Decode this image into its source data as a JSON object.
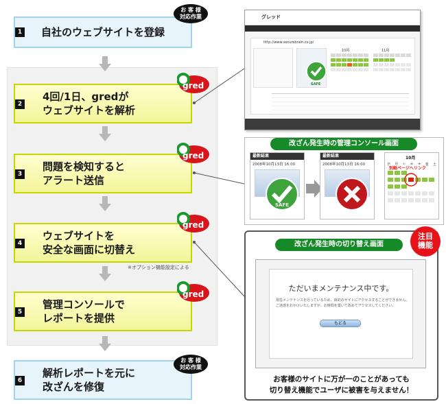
{
  "steps": [
    {
      "num": "1",
      "text": "自社のウェブサイトを登録"
    },
    {
      "num": "2",
      "line1": "4回/1日、gredが",
      "line2": "ウェブサイトを解析"
    },
    {
      "num": "3",
      "line1": "問題を検知すると",
      "line2": "アラート送信"
    },
    {
      "num": "4",
      "line1": "ウェブサイトを",
      "line2": "安全な画面に切替え"
    },
    {
      "num": "5",
      "line1": "管理コンソールで",
      "line2": "レポートを提供"
    },
    {
      "num": "6",
      "line1": "解析レポートを元に",
      "line2": "改ざんを修復"
    }
  ],
  "badges": {
    "customer_line1": "お 客 様",
    "customer_line2": "対応作業",
    "gred_logo": "gred",
    "attention_line1": "注目",
    "attention_line2": "機能"
  },
  "option_note": "※オプション機能設定による",
  "screenshot1": {
    "brand": "グレッド",
    "url": "http://www.securebrain.co.jp/",
    "safe_label": "SAFE",
    "calendar_months": [
      "10月",
      "11月"
    ]
  },
  "panel_console": {
    "title": "改ざん発生時の管理コンソール画面",
    "card_label": "最新結果",
    "card_date": "2008年10月13日 16:00",
    "safe_label": "SAFE",
    "calendar_month": "10月",
    "weekdays": [
      "日",
      "月",
      "火",
      "水",
      "木",
      "金",
      "土"
    ],
    "alert_label": "別紙ページへリンク"
  },
  "panel_switch": {
    "title": "改ざん発生時の切り替え画面",
    "maintenance_title": "ただいまメンテナンス中です。",
    "maintenance_line1": "現在メンテナンスを行っているため、目的のサイトにアクセスすることができません。",
    "maintenance_line2": "ご迷惑をおかけいたしますが、お時間を置いて改めてアクセスしてください。",
    "back_button": "もどる",
    "caption_line1": "お客様のサイトに万が一のことがあっても",
    "caption_line2": "切り替え機能でユーザに被害を与えません！"
  },
  "colors": {
    "step_blue_bg": "#e7f4fb",
    "step_blue_border": "#9fd3ee",
    "step_yellow_border": "#c6d600",
    "accent_green": "#168a28",
    "gred_red": "#d7151b",
    "attention_red": "#e6121a"
  }
}
